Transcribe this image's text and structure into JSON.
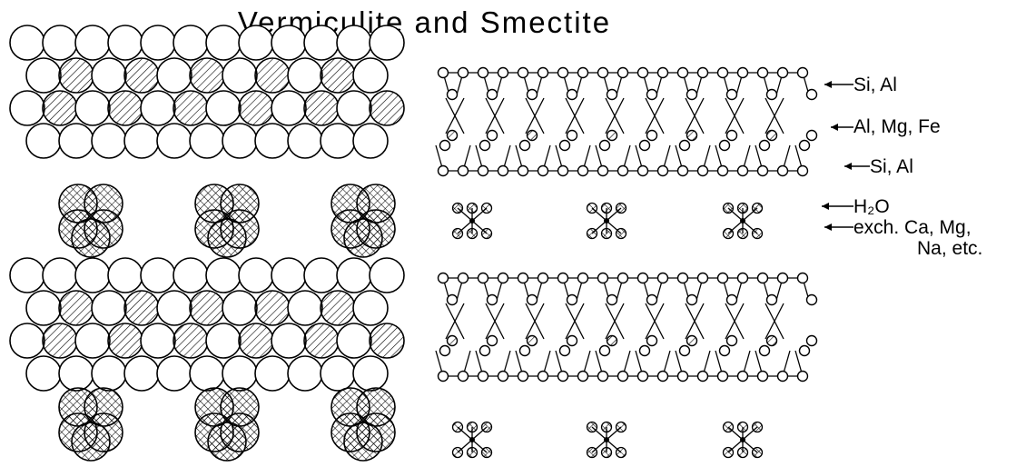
{
  "title": "Vermiculite and Smectite",
  "labels": {
    "tet_top": "Si, Al",
    "oct": "Al, Mg, Fe",
    "tet_bottom": "Si, Al",
    "water": "H₂O",
    "exch_line1": "exch. Ca, Mg,",
    "exch_line2": "Na, etc."
  },
  "colors": {
    "ink": "#000000",
    "paper": "#ffffff"
  }
}
